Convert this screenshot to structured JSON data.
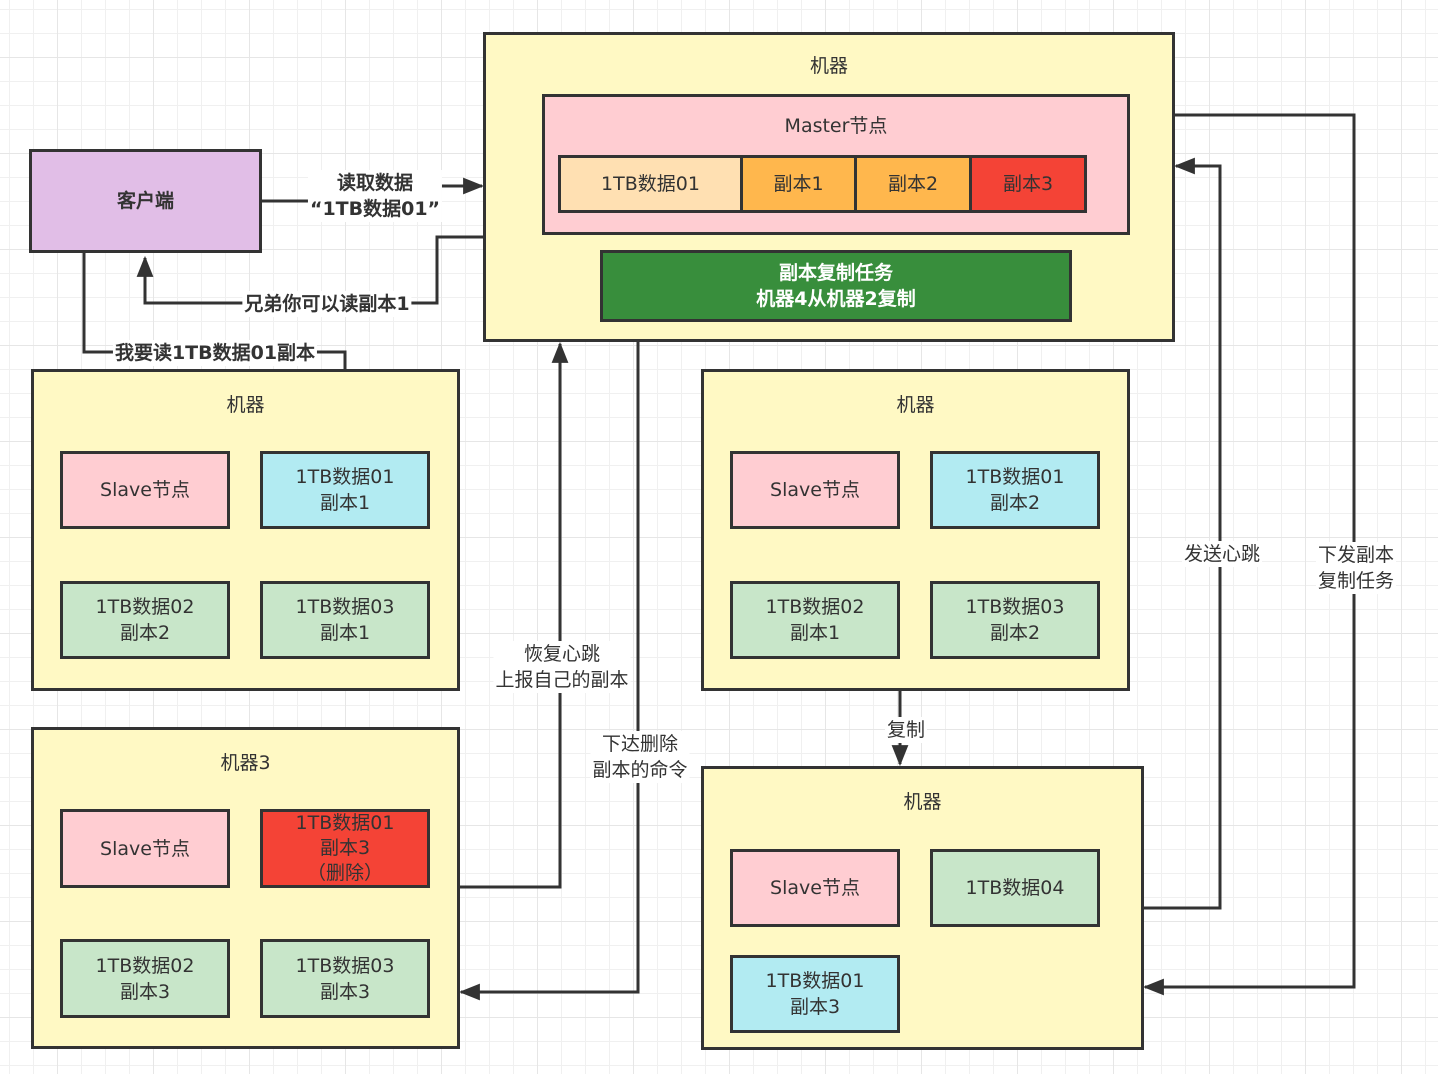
{
  "client": {
    "label": "客户端"
  },
  "master_machine": {
    "title": "机器",
    "master_node": {
      "title": "Master节点",
      "cells": [
        "1TB数据01",
        "副本1",
        "副本2",
        "副本3"
      ]
    },
    "task": {
      "label": "副本复制任务\n机器4从机器2复制"
    }
  },
  "machine1": {
    "title": "机器",
    "slave": "Slave节点",
    "blocks": [
      "1TB数据01\n副本1",
      "1TB数据02\n副本2",
      "1TB数据03\n副本1"
    ]
  },
  "machine3": {
    "title": "机器3",
    "slave": "Slave节点",
    "blocks": [
      "1TB数据01\n副本3\n（删除）",
      "1TB数据02\n副本3",
      "1TB数据03\n副本3"
    ]
  },
  "machine2": {
    "title": "机器",
    "slave": "Slave节点",
    "blocks": [
      "1TB数据01\n副本2",
      "1TB数据02\n副本1",
      "1TB数据03\n副本2"
    ]
  },
  "machine4": {
    "title": "机器",
    "slave": "Slave节点",
    "blocks": [
      "1TB数据04",
      "1TB数据01\n副本3"
    ]
  },
  "edges": {
    "read_data": "读取数据\n“1TB数据01”",
    "read_replica1": "兄弟你可以读副本1",
    "want_read": "我要读1TB数据01副本",
    "recover_heartbeat": "恢复心跳\n上报自己的副本",
    "delete_cmd": "下达删除\n副本的命令",
    "copy": "复制",
    "send_heartbeat": "发送心跳",
    "dispatch_copy": "下发副本\n复制任务"
  }
}
